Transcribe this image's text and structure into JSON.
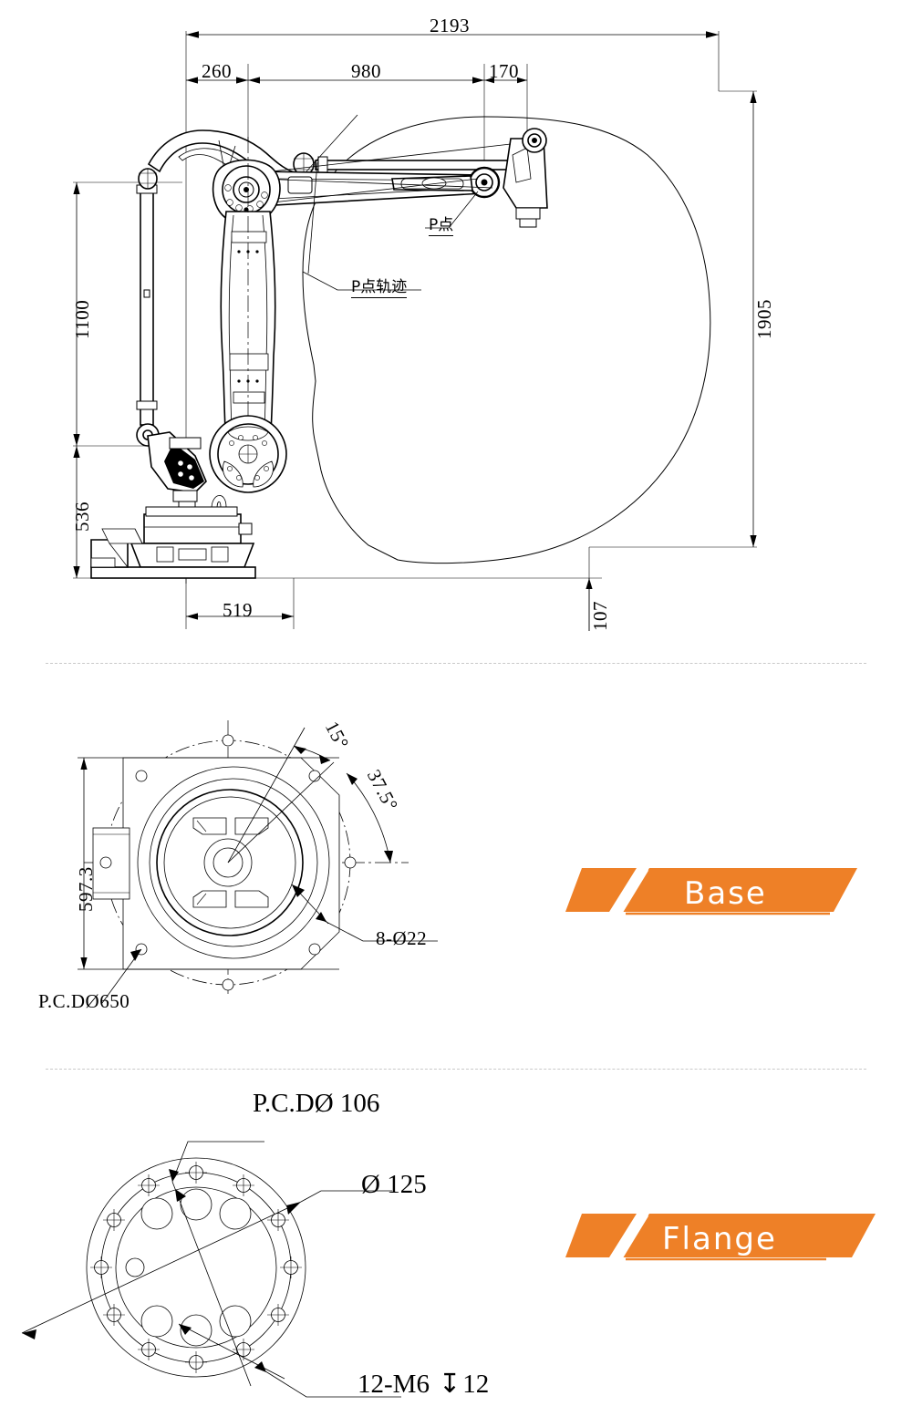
{
  "document": {
    "type": "engineering-drawing",
    "subject": "Industrial robot arm dimensional drawing",
    "views": [
      "side-elevation-with-work-envelope",
      "base-mounting-plan",
      "flange-detail"
    ]
  },
  "side_view": {
    "name": "Side elevation with P point work envelope",
    "dimensions": {
      "overall_reach": "2193",
      "seg_260": "260",
      "seg_980": "980",
      "seg_170": "170",
      "height_1905": "1905",
      "height_1100": "1100",
      "height_536": "536",
      "base_519": "519",
      "low_107": "107"
    },
    "labels": {
      "p_point": "P点",
      "p_trajectory": "P点轨迹"
    }
  },
  "base_view": {
    "badge_label": "Base",
    "dimensions": {
      "width_597_3": "597.3",
      "angle_15": "15°",
      "angle_37_5": "37.5°",
      "holes": "8-Ø22",
      "pcd": "P.C.DØ650"
    }
  },
  "flange_view": {
    "badge_label": "Flange",
    "dimensions": {
      "pcd": "P.C.DØ 106",
      "outer_dia": "Ø 125",
      "threads": "12-M6",
      "thread_depth": "12"
    }
  },
  "theme": {
    "accent": "#ee8027",
    "accent_dark": "#e57a22",
    "line": "#000000",
    "separator": "#c9c9c9",
    "background": "#ffffff"
  }
}
